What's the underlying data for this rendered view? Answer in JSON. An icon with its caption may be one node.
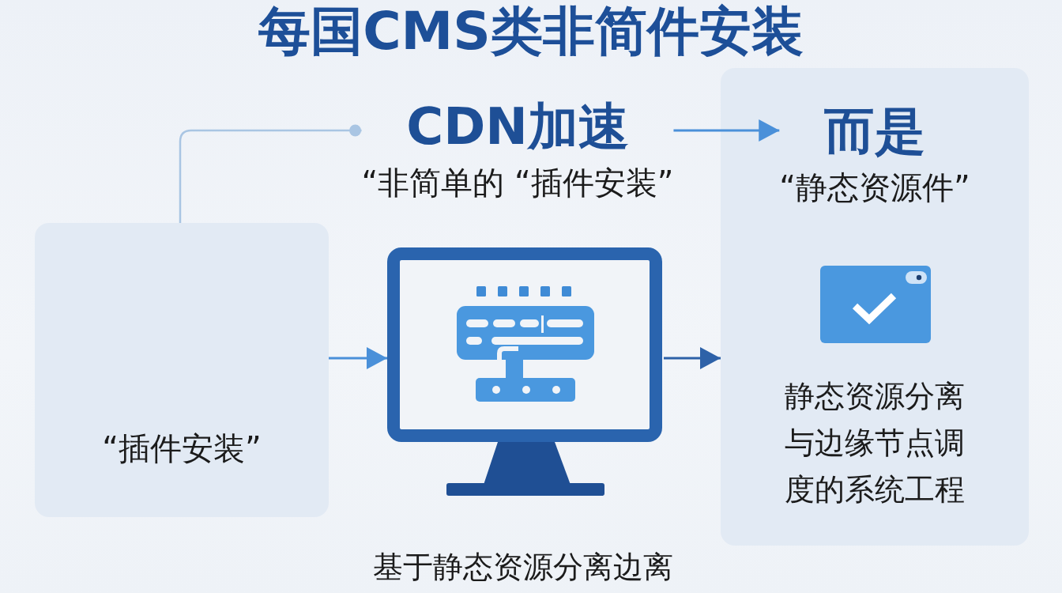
{
  "diagram": {
    "title": "每国CMS类非简件安装",
    "caption": "基于静态资源分离边离",
    "nodes": [
      {
        "text": [
          "“插件安装”"
        ]
      },
      {
        "text": [
          "CDN加速",
          "“非简单的 “插件安装”"
        ]
      },
      {
        "text": [],
        "shape": "picture"
      },
      {
        "text": [
          "静态资源分离与边缘节点调度的系统工程"
        ]
      },
      {
        "text": [
          "而是",
          "“静态资源件”"
        ],
        "in": 3
      }
    ],
    "edges": [
      {
        "from": 0,
        "to": 1,
        "arrow": "other",
        "color": "#a9c5e3"
      },
      {
        "from": 1,
        "to": 4,
        "arrow": "to"
      },
      {
        "from": 0,
        "to": 2,
        "arrow": "to"
      },
      {
        "from": 2,
        "to": 3,
        "arrow": "to",
        "color": "#2e62a8"
      }
    ]
  }
}
